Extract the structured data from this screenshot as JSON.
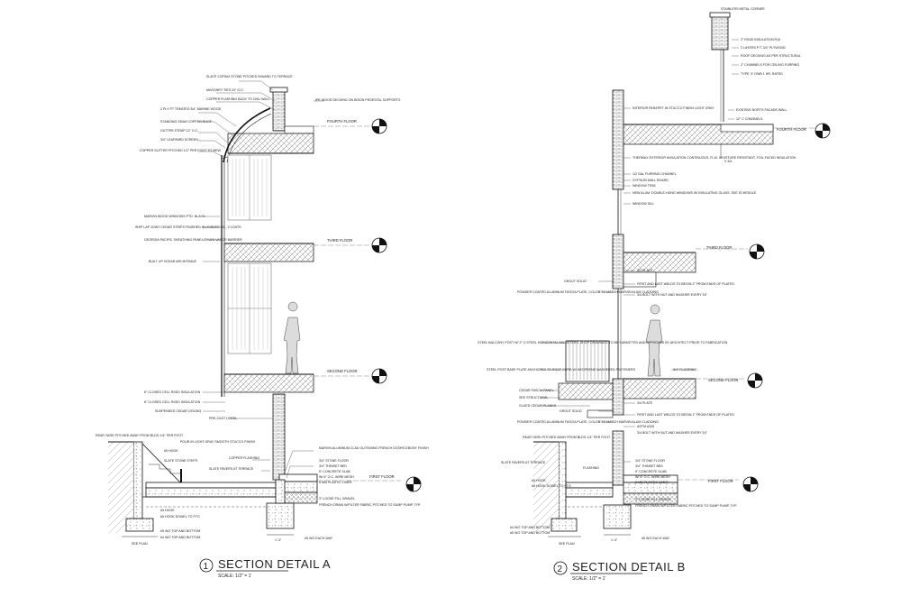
{
  "detail_a": {
    "number": "1",
    "title": "SECTION DETAIL A",
    "scale": "SCALE: 1/2\" = 1'",
    "levels": [
      "FOURTH FLOOR",
      "THIRD FLOOR",
      "SECOND FLOOR",
      "FIRST FLOOR"
    ],
    "notes_left": [
      "SLATE COPING STONE PITCHED INWARD TO TERRACE",
      "MASONRY TIES 24\" O.C.",
      "COPPER FLASHING BACK TO CMU WALL",
      "2 PLY PT TREATED 3/4\" MARINE WOOD",
      "STANDING SEAM COPPER ROOF",
      "GUTTER STRAP 12\" O.C.",
      "3/4\" LEAF/BIRD SCREEN",
      "COPPER GUTTER PITCHED 1/2\" PER FOOT TO MEW",
      "MARVIN WOOD WINDOWS PTD. BLACK",
      "SHIP LAP JOINT CEDAR STRIPS FINISHED IN LINSEED OIL, 3 COATS",
      "GEORGIA PACIFIC SHEATHING PANEL TYVEK VAPOR BARRIER",
      "BUILT UP CEDAR ARCHITRAVE",
      "6\" CLOSED CELL RIGID INSULATION",
      "6\" CLOSED CELL RIGID INSULATION",
      "SUSPENDED CEDAR CEILING",
      "PRE-CAST LINTEL"
    ],
    "notes_top_right": [
      "IPE WOOD DECKING ON BISON PEDESTAL SUPPORTS"
    ],
    "notes_foundation_left": [
      "REAR YARD PITCHED AWAY FROM BLDG 1/4\" PER FOOT",
      "POUR IN LIGHT GRAY SMOOTH STUCCO FINISH",
      "#5 HOOK",
      "SLATE STONE STEPS",
      "#5 HOOK",
      "#5 HOOK DOWEL TO FTG",
      "#5 W/2 TOP AND BOTTOM",
      "#4 W/2 TOP AND BOTTOM",
      "SEE PLAN"
    ],
    "notes_foundation_right": [
      "COPPER FLASHING",
      "SLATE PAVERS AT TERRACE",
      "MARVIN ALUMINUM CLAD OUTSWING FRENCH DOORS EBONY FINISH",
      "3/4\" STONE FLOOR",
      "3/4\" THINSET BED",
      "5\" CONCRETE SLAB",
      "W/ 6\" O.C. WIRE MESH",
      "6 MM PLASTIC LINER",
      "3\" LOOSE FILL GRAVEL",
      "FRENCH DRAIN W/FILTER FABRIC PITCHED TO SUMP PUMP, TYP.",
      "#5 W/2 EACH WAY",
      "1'-4\""
    ]
  },
  "detail_b": {
    "number": "2",
    "title": "SECTION DETAIL B",
    "scale": "SCALE: 1/2\" = 1'",
    "levels": [
      "FOURTH FLOOR",
      "THIRD FLOOR",
      "SECOND FLOOR",
      "FIRST FLOOR"
    ],
    "notes_top": [
      "STAINLESS METAL CORNER",
      "2\" RIGID INSULATION R10",
      "2 LAYERS P.T. 3/4\" PLYWOOD",
      "ROOF DECKING AS PER STRUCTURAL",
      "2\" CHANNELS FOR CEILING FURRING",
      "TYPE 'X' GWB 1 HR. RATED",
      "EXISTING NORTH FACADE WALL",
      "12\" C CHANNELS"
    ],
    "notes_left": [
      "INTERIOR PARAPET IN STUCCO FINISH LIGHT GRAY",
      "THERMAX EXTERIOR INSULATION CONTINUOUS, R-10, MOISTURE RESISTANT, FOIL-FACED INSULATION",
      "1/2 GAL FURRING CHANNEL",
      "GYPSUM WALL BOARD",
      "WINDOW TRIM",
      "NEW ALUM. DOUBLE-HUNG WINDOWS W/ INSULATING GLASS, SEE SCHEDULE",
      "WINDOW SILL",
      "GROUT SOLID",
      "POWDER COATED ALUMINUM FASCIA PLATE, COLOR TO MATCH MARVIN ALUM CLADDING",
      "STEEL BALCONY POST W/ 2\" O STEEL HORIZONTAL BALUSTERS, SHOP DRAWINGS TO BE SUBMITTED AND APPROVED BY ARCHITECT PRIOR TO FABRICATION",
      "STEEL POST BASE PLATE ANCHORED TO ROOF CURB W/ NEOPRENE WASHERED FASTENERS",
      "CEDAR FASCIA PANEL",
      "SEE STRUCTURAL",
      "GLUED CEDAR PLANKS",
      "GROUT SOLID",
      "POWDER COATED ALUMINUM FASCIA PLATE, COLOR TO MATCH MARVIN ALUM CLADDING"
    ],
    "notes_right": [
      "3/4 PLATE",
      "FIRST AND LAST WELDS TO BEGIN 2\" FROM ENDS OF PLATES",
      "3/4 BOLT WITH NUT AND WASHER EVERY 16\"",
      "3/4\" FLOORING",
      "3/4 PLATE",
      "FIRST AND LAST WELDS TO BEGIN 2\" FROM ENDS OF PLATES",
      "ASTM A325",
      "3/4 BOLT WITH NUT AND WASHER EVERY 16\""
    ],
    "notes_foundation": [
      "REAR YARD PITCHED AWAY FROM BLDG 1/4\" PER FOOT",
      "SLATE PAVERS AT TERRACE",
      "FLASHING",
      "#5 HOOK",
      "#5 HOOK DOWEL TO FTG",
      "#4 W/2 TOP AND BOTTOM",
      "#5 W/2 TOP AND BOTTOM",
      "SEE PLAN",
      "3/4\" STONE FLOOR",
      "3/4\" THINSET BED",
      "5\" CONCRETE SLAB",
      "W/ 6\" O.C. WIRE MESH",
      "6 MM PLASTIC LINER",
      "3\" LOOSE FILL GRAVEL",
      "FRENCH DRAIN W/FILTER FABRIC PITCHED TO SUMP PUMP, TYP.",
      "#5 W/2 EACH WAY",
      "1'-4\""
    ]
  }
}
